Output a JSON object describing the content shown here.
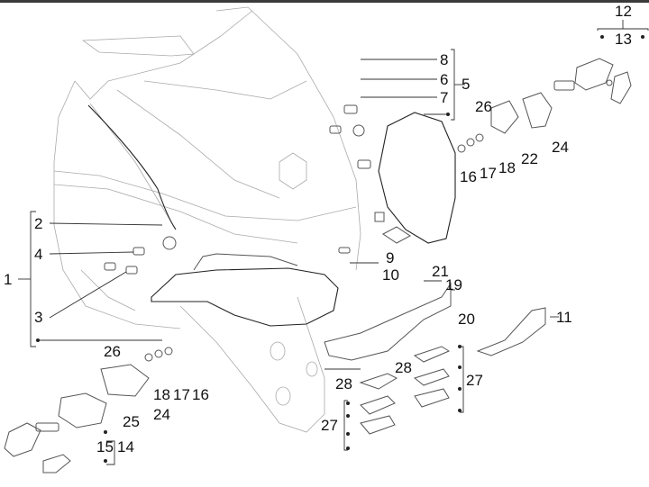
{
  "diagram": {
    "title": "Rear lights and turn indicators exploded parts view",
    "colors": {
      "line": "#333333",
      "body_outline": "#aaaaaa",
      "background": "#ffffff",
      "top_border": "#3a3a3a"
    },
    "callouts": [
      {
        "id": "c1",
        "text": "1"
      },
      {
        "id": "c2",
        "text": "2"
      },
      {
        "id": "c3",
        "text": "3"
      },
      {
        "id": "c4",
        "text": "4"
      },
      {
        "id": "c5",
        "text": "5"
      },
      {
        "id": "c6",
        "text": "6"
      },
      {
        "id": "c7",
        "text": "7"
      },
      {
        "id": "c8",
        "text": "8"
      },
      {
        "id": "c9",
        "text": "9"
      },
      {
        "id": "c10",
        "text": "10"
      },
      {
        "id": "c11",
        "text": "11"
      },
      {
        "id": "c12",
        "text": "12"
      },
      {
        "id": "c13",
        "text": "13"
      },
      {
        "id": "c14",
        "text": "14"
      },
      {
        "id": "c15",
        "text": "15"
      },
      {
        "id": "c16a",
        "text": "16"
      },
      {
        "id": "c17a",
        "text": "17"
      },
      {
        "id": "c18a",
        "text": "18"
      },
      {
        "id": "c16b",
        "text": "16"
      },
      {
        "id": "c17b",
        "text": "17"
      },
      {
        "id": "c18b",
        "text": "18"
      },
      {
        "id": "c19",
        "text": "19"
      },
      {
        "id": "c20",
        "text": "20"
      },
      {
        "id": "c21",
        "text": "21"
      },
      {
        "id": "c22",
        "text": "22"
      },
      {
        "id": "c24a",
        "text": "24"
      },
      {
        "id": "c24b",
        "text": "24"
      },
      {
        "id": "c25",
        "text": "25"
      },
      {
        "id": "c26a",
        "text": "26"
      },
      {
        "id": "c26b",
        "text": "26"
      },
      {
        "id": "c27a",
        "text": "27"
      },
      {
        "id": "c27b",
        "text": "27"
      },
      {
        "id": "c28a",
        "text": "28"
      },
      {
        "id": "c28b",
        "text": "28"
      }
    ]
  }
}
